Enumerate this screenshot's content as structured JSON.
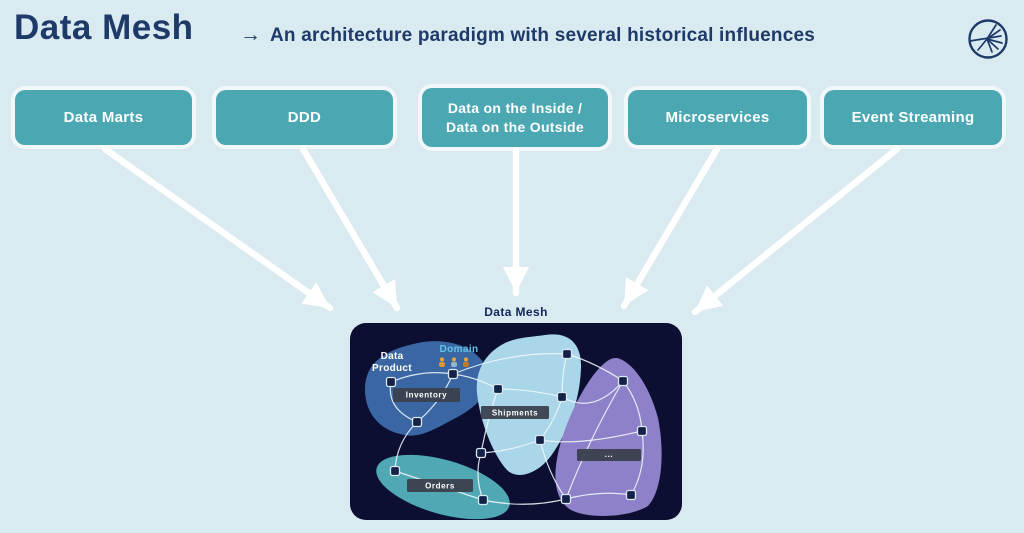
{
  "slide": {
    "title": "Data Mesh",
    "subtitle_arrow": "→",
    "subtitle": "An architecture paradigm with several historical influences"
  },
  "influences": [
    {
      "label": "Data Marts"
    },
    {
      "label": "DDD"
    },
    {
      "label": "Data on the Inside /\nData on the Outside"
    },
    {
      "label": "Microservices"
    },
    {
      "label": "Event Streaming"
    }
  ],
  "diagram": {
    "caption": "Data Mesh",
    "domain_label": "Domain",
    "data_product_label": "Data\nProduct",
    "clusters": [
      {
        "name": "Inventory"
      },
      {
        "name": "Shipments"
      },
      {
        "name": "Orders"
      },
      {
        "name": "..."
      }
    ]
  },
  "icons": {
    "logo": "confluent-mark-icon",
    "domain_people": "three-person-icons"
  },
  "colors": {
    "background": "#D9EAF1",
    "heading_navy": "#1E3A68",
    "influence_box_teal": "#4BA7B2",
    "arrow_white": "#FFFFFF",
    "panel_dark_navy": "#0C0F31",
    "blob_steel_blue": "#3A67A3",
    "blob_light_blue": "#A9D6E8",
    "blob_teal": "#4FA8B4",
    "blob_purple": "#8E81C9",
    "domain_label_blue": "#66C3E8",
    "cluster_label_bg": "#3B404E",
    "node_fill": "#152248"
  }
}
